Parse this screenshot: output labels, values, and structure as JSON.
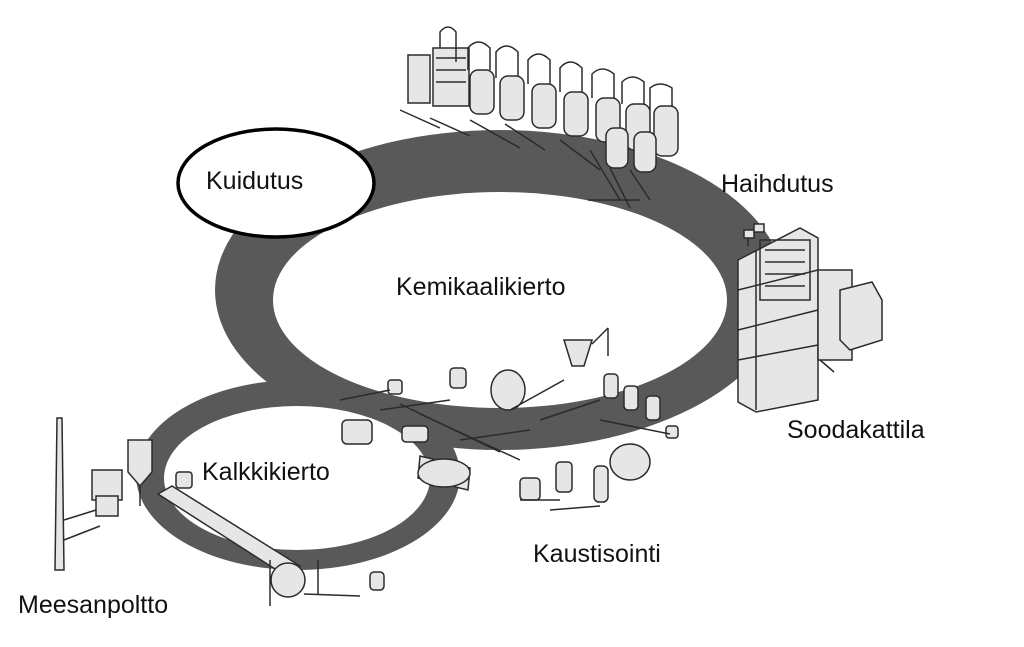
{
  "labels": {
    "kuidutus": "Kuidutus",
    "haihdutus": "Haihdutus",
    "kemikaalikierto": "Kemikaalikierto",
    "soodakattila": "Soodakattila",
    "kalkkikierto": "Kalkkikierto",
    "kaustisointi": "Kaustisointi",
    "meesanpoltto": "Meesanpoltto"
  },
  "colors": {
    "ring": "#595959",
    "equipment_fill": "#e6e6e6",
    "equipment_stroke": "#2b2b2b",
    "text": "#111111",
    "background": "#ffffff"
  }
}
